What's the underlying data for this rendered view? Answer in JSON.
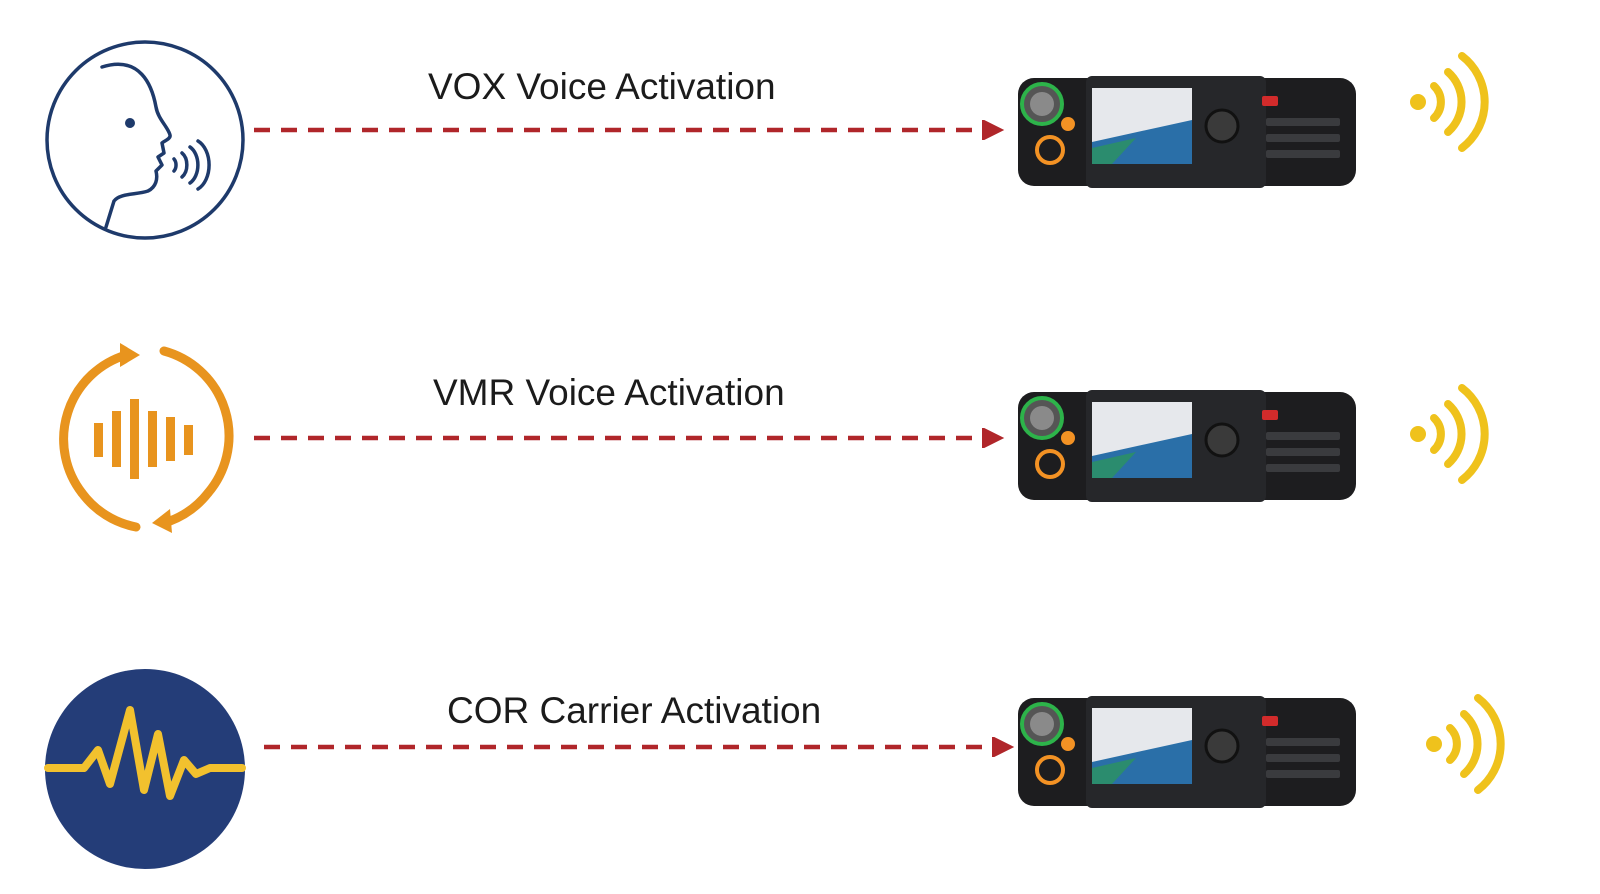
{
  "colors": {
    "arrow": "#b0262a",
    "vox_icon": "#1e3a6b",
    "vmr_icon": "#e8941e",
    "cor_icon_bg": "#243d78",
    "cor_icon_wave": "#f2c12e",
    "signal": "#efc21c",
    "radio_body": "#1d1d1f"
  },
  "rows": [
    {
      "label": "VOX Voice Activation",
      "icon": "speaking-head-icon"
    },
    {
      "label": "VMR Voice Activation",
      "icon": "circular-audio-icon"
    },
    {
      "label": "COR Carrier Activation",
      "icon": "carrier-waveform-icon"
    }
  ]
}
